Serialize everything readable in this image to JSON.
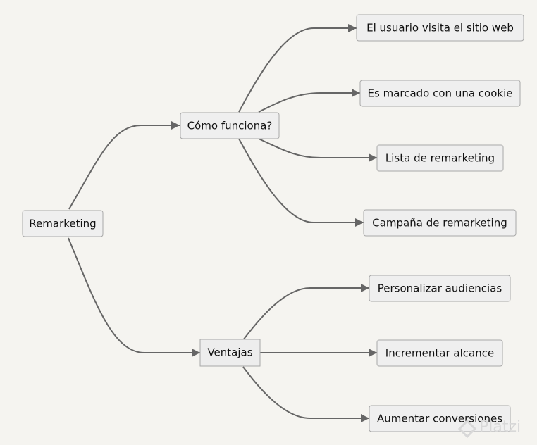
{
  "diagram": {
    "root": "Remarketing",
    "branches": {
      "how": {
        "label": "Cómo funciona?",
        "items": [
          "El usuario visita el sitio web",
          "Es marcado con una cookie",
          "Lista de remarketing",
          "Campaña de remarketing"
        ]
      },
      "advantages": {
        "label": "Ventajas",
        "items": [
          "Personalizar audiencias",
          "Incrementar alcance",
          "Aumentar conversiones"
        ]
      }
    }
  },
  "watermark": {
    "text": "Platzi"
  },
  "colors": {
    "background": "#f5f4f0",
    "node_fill": "#efefef",
    "node_border": "#a8a8a8",
    "edge": "#666666",
    "text": "#111111",
    "watermark": "#d8d8d8"
  }
}
